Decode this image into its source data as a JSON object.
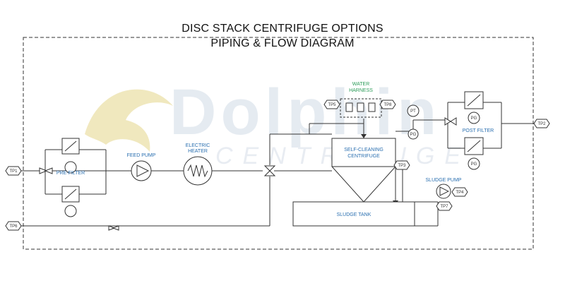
{
  "title_line1": "DISC STACK CENTRIFUGE OPTIONS",
  "title_line2": "PIPING & FLOW DIAGRAM",
  "watermark": {
    "word1": "Dolphin",
    "word2": "CENTRIFUGE"
  },
  "labels": {
    "water_harness": [
      "WATER",
      "HARNESS"
    ],
    "pre_filter": "PRE-FILTER",
    "feed_pump": "FEED PUMP",
    "electric_heater": [
      "ELECTRIC",
      "HEATER"
    ],
    "self_cleaning_centrifuge": [
      "SELF-CLEANING",
      "CENTRIFUGE"
    ],
    "sludge_tank": "SLUDGE TANK",
    "sludge_pump": "SLUDGE PUMP",
    "post_filter": "POST FILTER"
  },
  "tags": {
    "tp1": "TP1",
    "tp2": "TP2",
    "tp3": "TP3",
    "tp4": "TP4",
    "tp5": "TP5",
    "tp6": "TP6",
    "tp7": "TP7",
    "tp8": "TP8",
    "pt": "PT",
    "pg": "PG"
  },
  "colors": {
    "line": "#333333",
    "label": "#2a6fb0",
    "harness": "#2e9d5a",
    "watermark": "#dfe6ee",
    "dolphin": "#efe6b8"
  }
}
